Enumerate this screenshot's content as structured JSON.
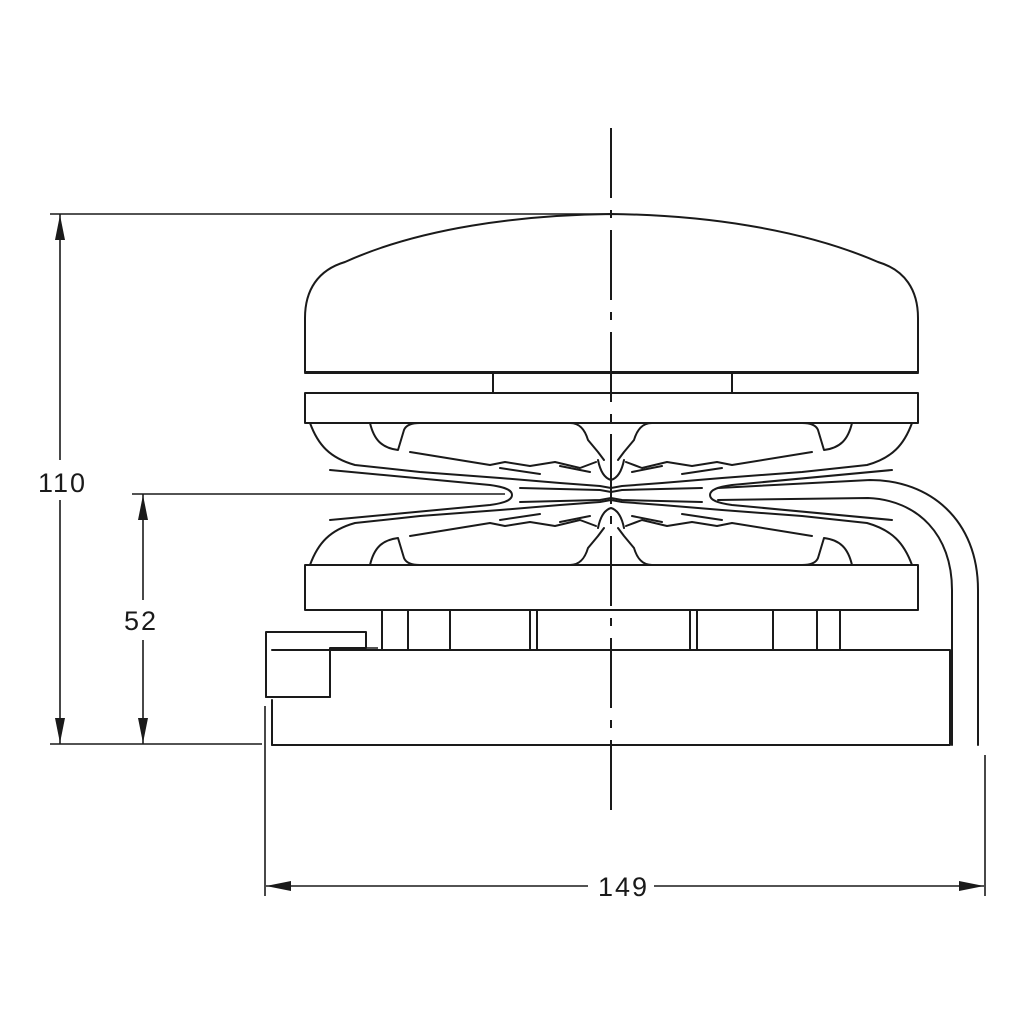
{
  "drawing": {
    "dimensions": {
      "total_height": "110",
      "gap_height": "52",
      "total_width": "149"
    }
  }
}
